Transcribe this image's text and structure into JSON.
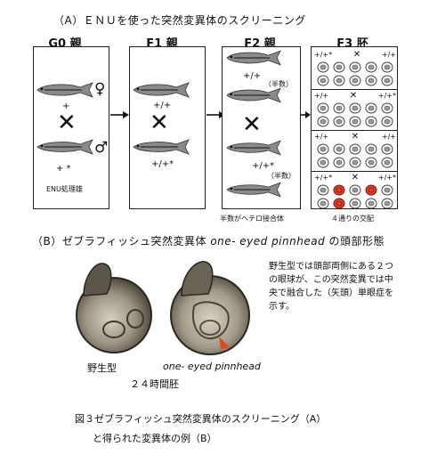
{
  "title_a": "（A）ＥＮＵを使った突然変異体のスクリーニング",
  "columns": {
    "g0": "G0 親",
    "f1": "F1 親",
    "f2": "F2 親",
    "f3": "F3 胚"
  },
  "g0": {
    "female_label": "+",
    "male_label": "+ *",
    "note": "ENU処理雄"
  },
  "f1": {
    "top_label": "+/+",
    "bottom_label": "+/+*"
  },
  "f2": {
    "label_1": "+/+",
    "label_1_note": "（半数）",
    "label_2": "+/+*",
    "label_2_note": "（半数）",
    "note": "半数がヘテロ接合体"
  },
  "f3": {
    "cross_rows": [
      {
        "left": "+/+*",
        "right": "+/+"
      },
      {
        "left": "+/+",
        "right": "+/+*"
      },
      {
        "left": "+/+",
        "right": "+/+"
      },
      {
        "left": "+/+*",
        "right": "+/+*"
      }
    ],
    "note": "４通りの交配"
  },
  "symbols": {
    "female": "♀",
    "male": "♂",
    "cross": "✕"
  },
  "title_b_prefix": "（B）ゼブラフィッシュ突然変異体 ",
  "title_b_italic": "one- eyed pinnhead",
  "title_b_suffix": " の頭部形態",
  "photo": {
    "wild_label": "野生型",
    "mutant_label": "one- eyed pinnhead",
    "time_label": "２４時間胚"
  },
  "description": "野生型では頭部両側にある２つの眼球が、この突然変異では中央で融合した（矢頭）単眼症を示す。",
  "figure_caption_line1": "図３ゼブラフィッシュ突然変異体のスクリーニング（A）",
  "figure_caption_line2": "と得られた変異体の例（B）",
  "colors": {
    "fish_body": "#8a8a8a",
    "fish_stripe": "#3a3a3a",
    "egg_normal": "#9a9a9a",
    "egg_mutant": "#e0402a",
    "arrowhead": "#e24a1e"
  }
}
